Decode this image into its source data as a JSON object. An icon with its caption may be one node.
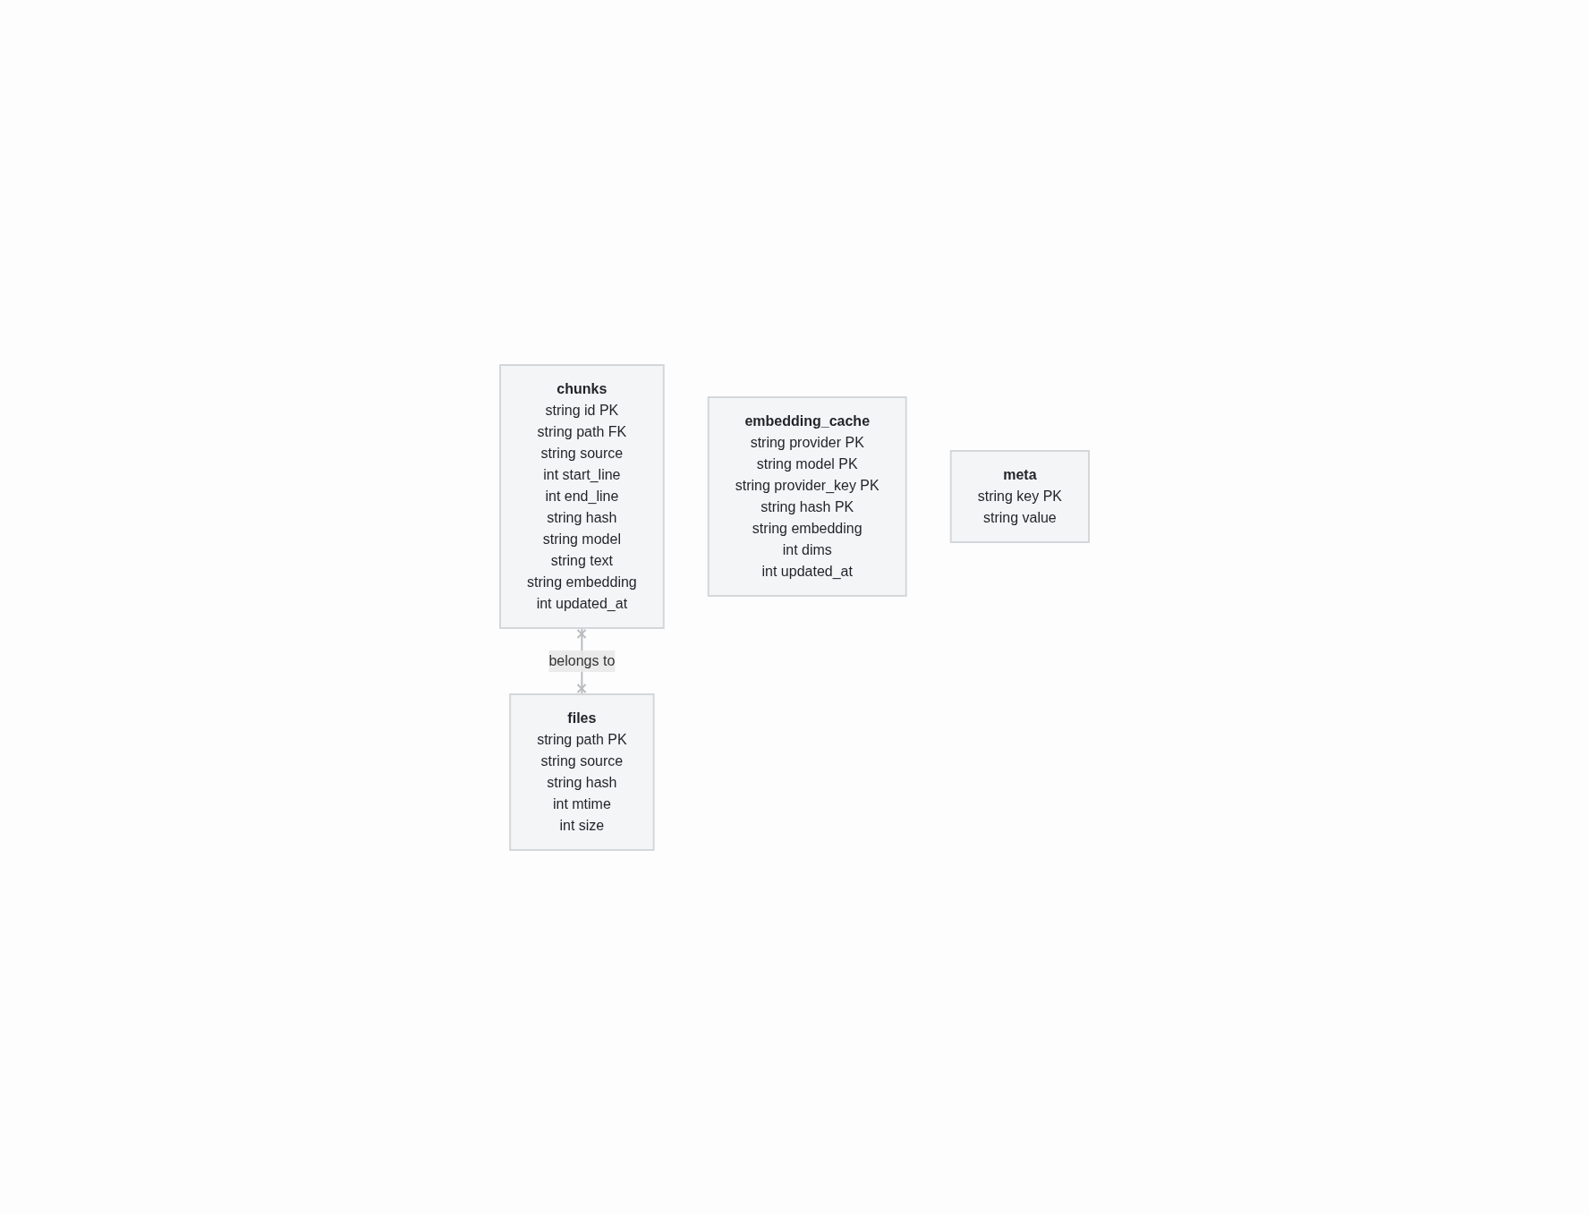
{
  "diagram": {
    "nodes": [
      {
        "text": [
          "chunks",
          "string id PK",
          "string path FK",
          "string source",
          "int start_line",
          "int end_line",
          "string hash",
          "string model",
          "string text",
          "string embedding",
          "int updated_at"
        ]
      },
      {
        "text": [
          "embedding_cache",
          "string provider PK",
          "string model PK",
          "string provider_key PK",
          "string hash PK",
          "string embedding",
          "int dims",
          "int updated_at"
        ]
      },
      {
        "text": [
          "meta",
          "string key PK",
          "string value"
        ]
      },
      {
        "text": [
          "files",
          "string path PK",
          "string source",
          "string hash",
          "int mtime",
          "int size"
        ]
      }
    ],
    "edges": [
      {
        "from": 0,
        "to": 3,
        "arrow": "other",
        "label": "belongs to"
      }
    ]
  }
}
